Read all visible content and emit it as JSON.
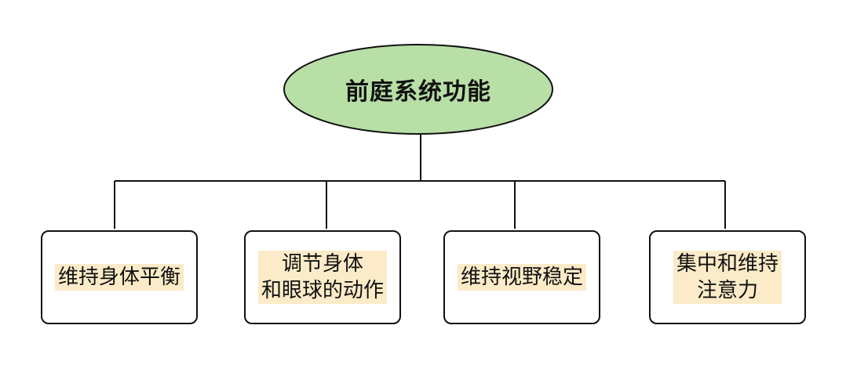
{
  "colors": {
    "root_fill": "#b8dfa6",
    "line": "#111111",
    "highlight": "#fcebc8"
  },
  "root": {
    "label": "前庭系统功能"
  },
  "children": [
    {
      "lines": [
        "维持身体平衡"
      ]
    },
    {
      "lines": [
        "调节身体",
        "和眼球的动作"
      ]
    },
    {
      "lines": [
        "维持视野稳定"
      ]
    },
    {
      "lines": [
        "集中和维持",
        "注意力"
      ]
    }
  ]
}
